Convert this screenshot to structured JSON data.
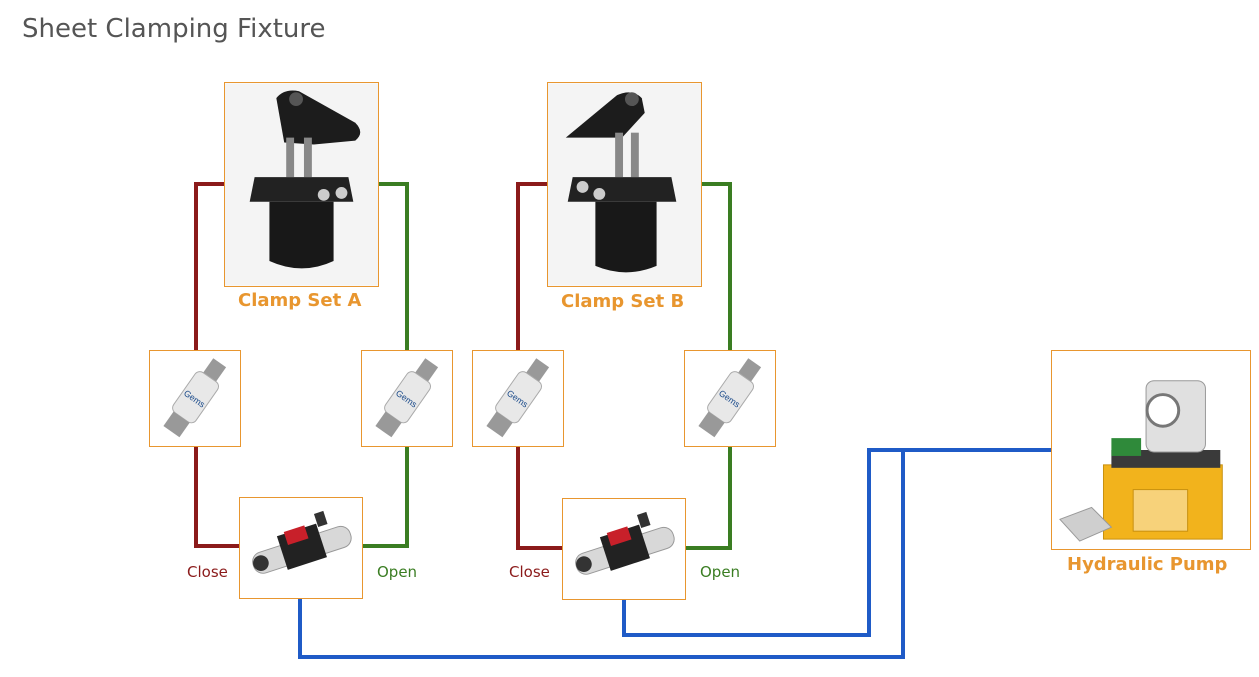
{
  "title": "Sheet Clamping Fixture",
  "clamp_a_label": "Clamp Set A",
  "clamp_b_label": "Clamp Set B",
  "pump_label": "Hydraulic Pump",
  "close_label": "Close",
  "open_label": "Open",
  "sensor_brand": "Gems",
  "colors": {
    "close_line": "#8b1a1a",
    "open_line": "#3a7d22",
    "pump_line": "#1f5bc7",
    "box_border": "#e8962f"
  }
}
